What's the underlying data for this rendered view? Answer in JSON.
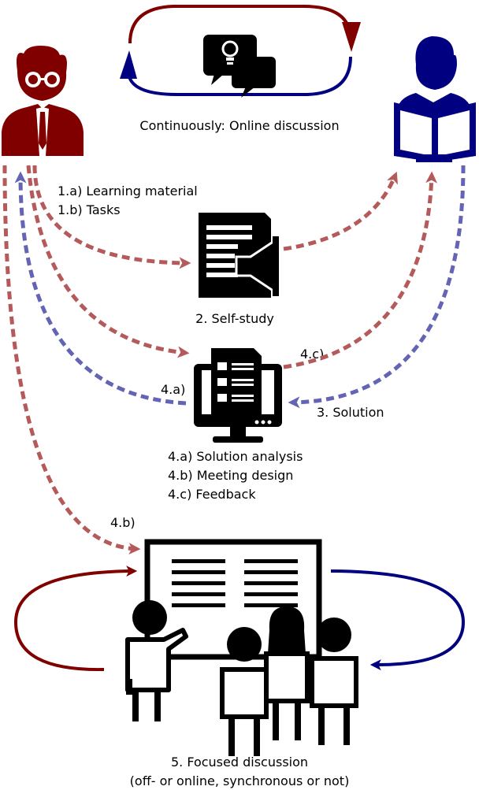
{
  "colors": {
    "teacher": "#800000",
    "student": "#000080",
    "teacher_arrow": "#b55a5a",
    "student_arrow": "#6464b4",
    "icon": "#000000"
  },
  "icons": {
    "teacher": "teacher-icon",
    "student": "student-reading-icon",
    "discussion": "chat-lightbulb-icon",
    "selfstudy": "document-megaphone-icon",
    "analysis": "computer-form-icon",
    "meeting": "classroom-whiteboard-icon"
  },
  "labels": {
    "online": "Continuously: Online discussion",
    "material": "1.a) Learning material",
    "tasks": "1.b) Tasks",
    "selfstudy": "2. Self-study",
    "solution": "3. Solution",
    "feedback_tag": "4.c)",
    "analysis_tag": "4.a)",
    "meeting_tag": "4.b)",
    "analysis": "4.a) Solution analysis",
    "design": "4.b) Meeting design",
    "feedback": "4.c) Feedback",
    "focused": "5. Focused discussion",
    "focused_sub": "(off- or online, synchronous or not)"
  }
}
